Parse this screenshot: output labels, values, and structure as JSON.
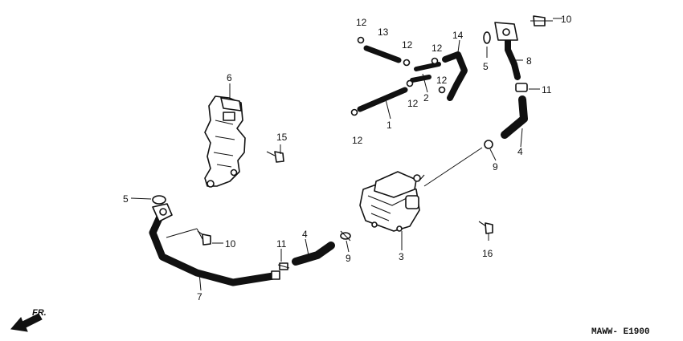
{
  "diagram": {
    "code": "MAWW- E1900",
    "direction_label": "FR.",
    "callouts": {
      "c1": "1",
      "c2": "2",
      "c3": "3",
      "c4a": "4",
      "c4b": "4",
      "c5a": "5",
      "c5b": "5",
      "c6": "6",
      "c7": "7",
      "c8": "8",
      "c9a": "9",
      "c9b": "9",
      "c10a": "10",
      "c10b": "10",
      "c11a": "11",
      "c11b": "11",
      "c12a": "12",
      "c12b": "12",
      "c12c": "12",
      "c12d": "12",
      "c12e": "12",
      "c12f": "12",
      "c13": "13",
      "c14": "14",
      "c15": "15",
      "c16": "16"
    }
  }
}
